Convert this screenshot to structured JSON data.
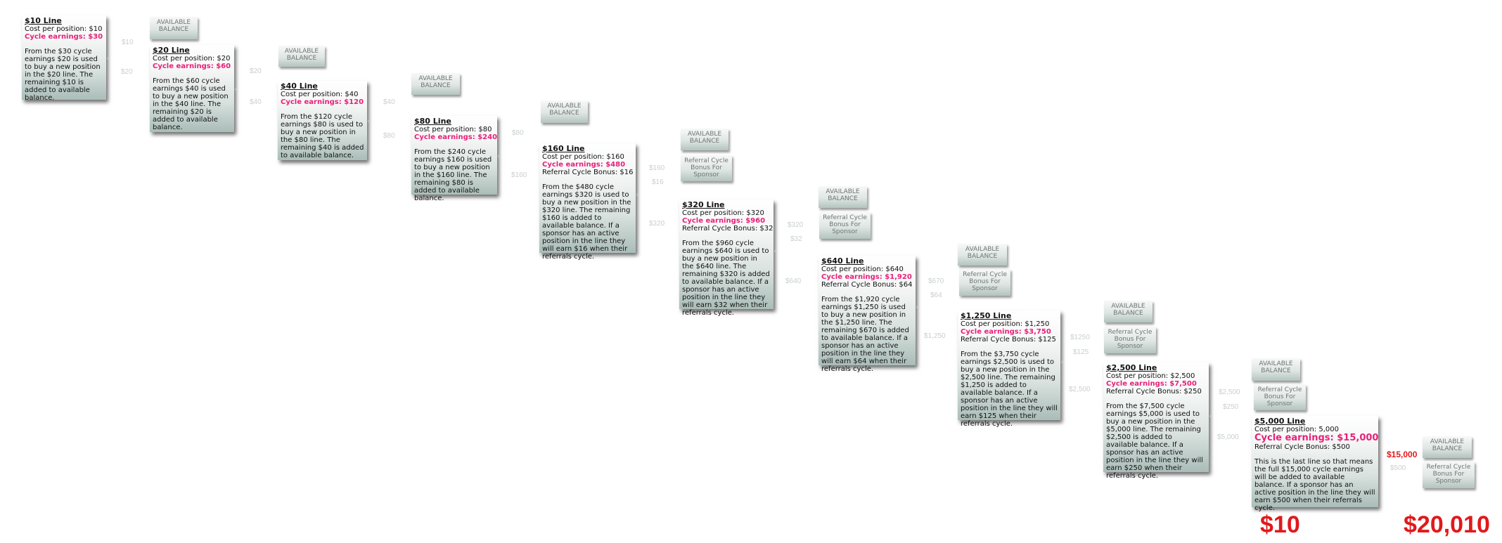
{
  "lines": [
    {
      "title": "$10 Line",
      "cost": "Cost per position: $10",
      "earn": "Cycle earnings: $30",
      "bonus": "",
      "desc": "From the $30 cycle earnings $20 is used to buy a new position in the $20 line. The remaining $10 is added to available balance."
    },
    {
      "title": "$20 Line",
      "cost": "Cost per position: $20",
      "earn": "Cycle earnings: $60",
      "bonus": "",
      "desc": "From the $60 cycle earnings $40 is used to buy a new position in the $40 line. The remaining $20 is added to available balance."
    },
    {
      "title": "$40 Line",
      "cost": "Cost per position: $40",
      "earn": "Cycle earnings: $120",
      "bonus": "",
      "desc": "From the $120 cycle earnings $80 is used to buy a new position in the $80 line. The remaining $40 is added to available balance."
    },
    {
      "title": "$80 Line",
      "cost": "Cost per position: $80",
      "earn": "Cycle earnings: $240",
      "bonus": "",
      "desc": "From the $240 cycle earnings $160 is used to buy a new position in the $160 line. The remaining $80 is added to available balance."
    },
    {
      "title": "$160 Line",
      "cost": "Cost per position: $160",
      "earn": "Cycle earnings: $480",
      "bonus": "Referral Cycle Bonus: $16",
      "desc": "From the $480 cycle earnings $320 is used to buy a new position in the $320 line. The remaining $160 is added to available balance. If a sponsor has an active position in the line they will earn $16 when their referrals cycle."
    },
    {
      "title": "$320 Line",
      "cost": "Cost per position: $320",
      "earn": "Cycle earnings: $960",
      "bonus": "Referral Cycle Bonus: $32",
      "desc": "From the $960 cycle earnings $640 is used to buy a new position in the $640 line. The remaining $320 is added to available balance. If a sponsor has an active position in the line they will earn $32 when their referrals cycle."
    },
    {
      "title": "$640 Line",
      "cost": "Cost per position: $640",
      "earn": "Cycle earnings: $1,920",
      "bonus": "Referral Cycle Bonus: $64",
      "desc": "From the $1,920 cycle earnings $1,250 is used to buy a new position in the $1,250 line. The remaining $670 is added to available balance. If a sponsor has an active position in the line they will earn $64 when their referrals cycle."
    },
    {
      "title": "$1,250 Line",
      "cost": "Cost per position: $1,250",
      "earn": "Cycle earnings: $3,750",
      "bonus": "Referral Cycle Bonus: $125",
      "desc": "From the $3,750 cycle earnings $2,500 is used to buy a new position in the $2,500 line. The remaining $1,250 is added to available balance. If a sponsor has an active position in the line they will earn $125 when their referrals cycle."
    },
    {
      "title": "$2,500 Line",
      "cost": "Cost per position: $2,500",
      "earn": "Cycle earnings: $7,500",
      "bonus": "Referral Cycle Bonus: $250",
      "desc": "From the $7,500 cycle earnings $5,000 is used to buy a new position in the $5,000 line. The remaining $2,500 is added to available balance. If a sponsor has an active position in the line they will earn $250 when their referrals cycle."
    },
    {
      "title": "$5,000 Line",
      "cost": "Cost per position: 5,000",
      "earn": "Cycle earnings: $15,000",
      "bonus": "Referral Cycle Bonus: $500",
      "desc": "This is the last line so that means the full $15,000 cycle earnings will be added to available balance. If a sponsor has an active position in the line they will earn $500 when their referrals cycle."
    }
  ],
  "tags": {
    "available": "AVAILABLE BALANCE",
    "referral": "Referral Cycle Bonus For Sponsor"
  },
  "amounts": {
    "a10": "$10",
    "a20b": "$20",
    "a20": "$20",
    "a40b": "$40",
    "a40": "$40",
    "a80b": "$80",
    "a80": "$80",
    "a160b": "$160",
    "a160": "$160",
    "a16": "$16",
    "a320b": "$320",
    "a320": "$320",
    "a32": "$32",
    "a640b": "$640",
    "a670": "$670",
    "a64": "$64",
    "a1250b": "$1,250",
    "a1250": "$1250",
    "a125": "$125",
    "a2500b": "$2,500",
    "a2500": "$2,500",
    "a250": "$250",
    "a5000b": "$5,000",
    "a15000": "$15,000",
    "a500": "$500"
  },
  "totals": {
    "start": "$10",
    "end": "$20,010"
  }
}
